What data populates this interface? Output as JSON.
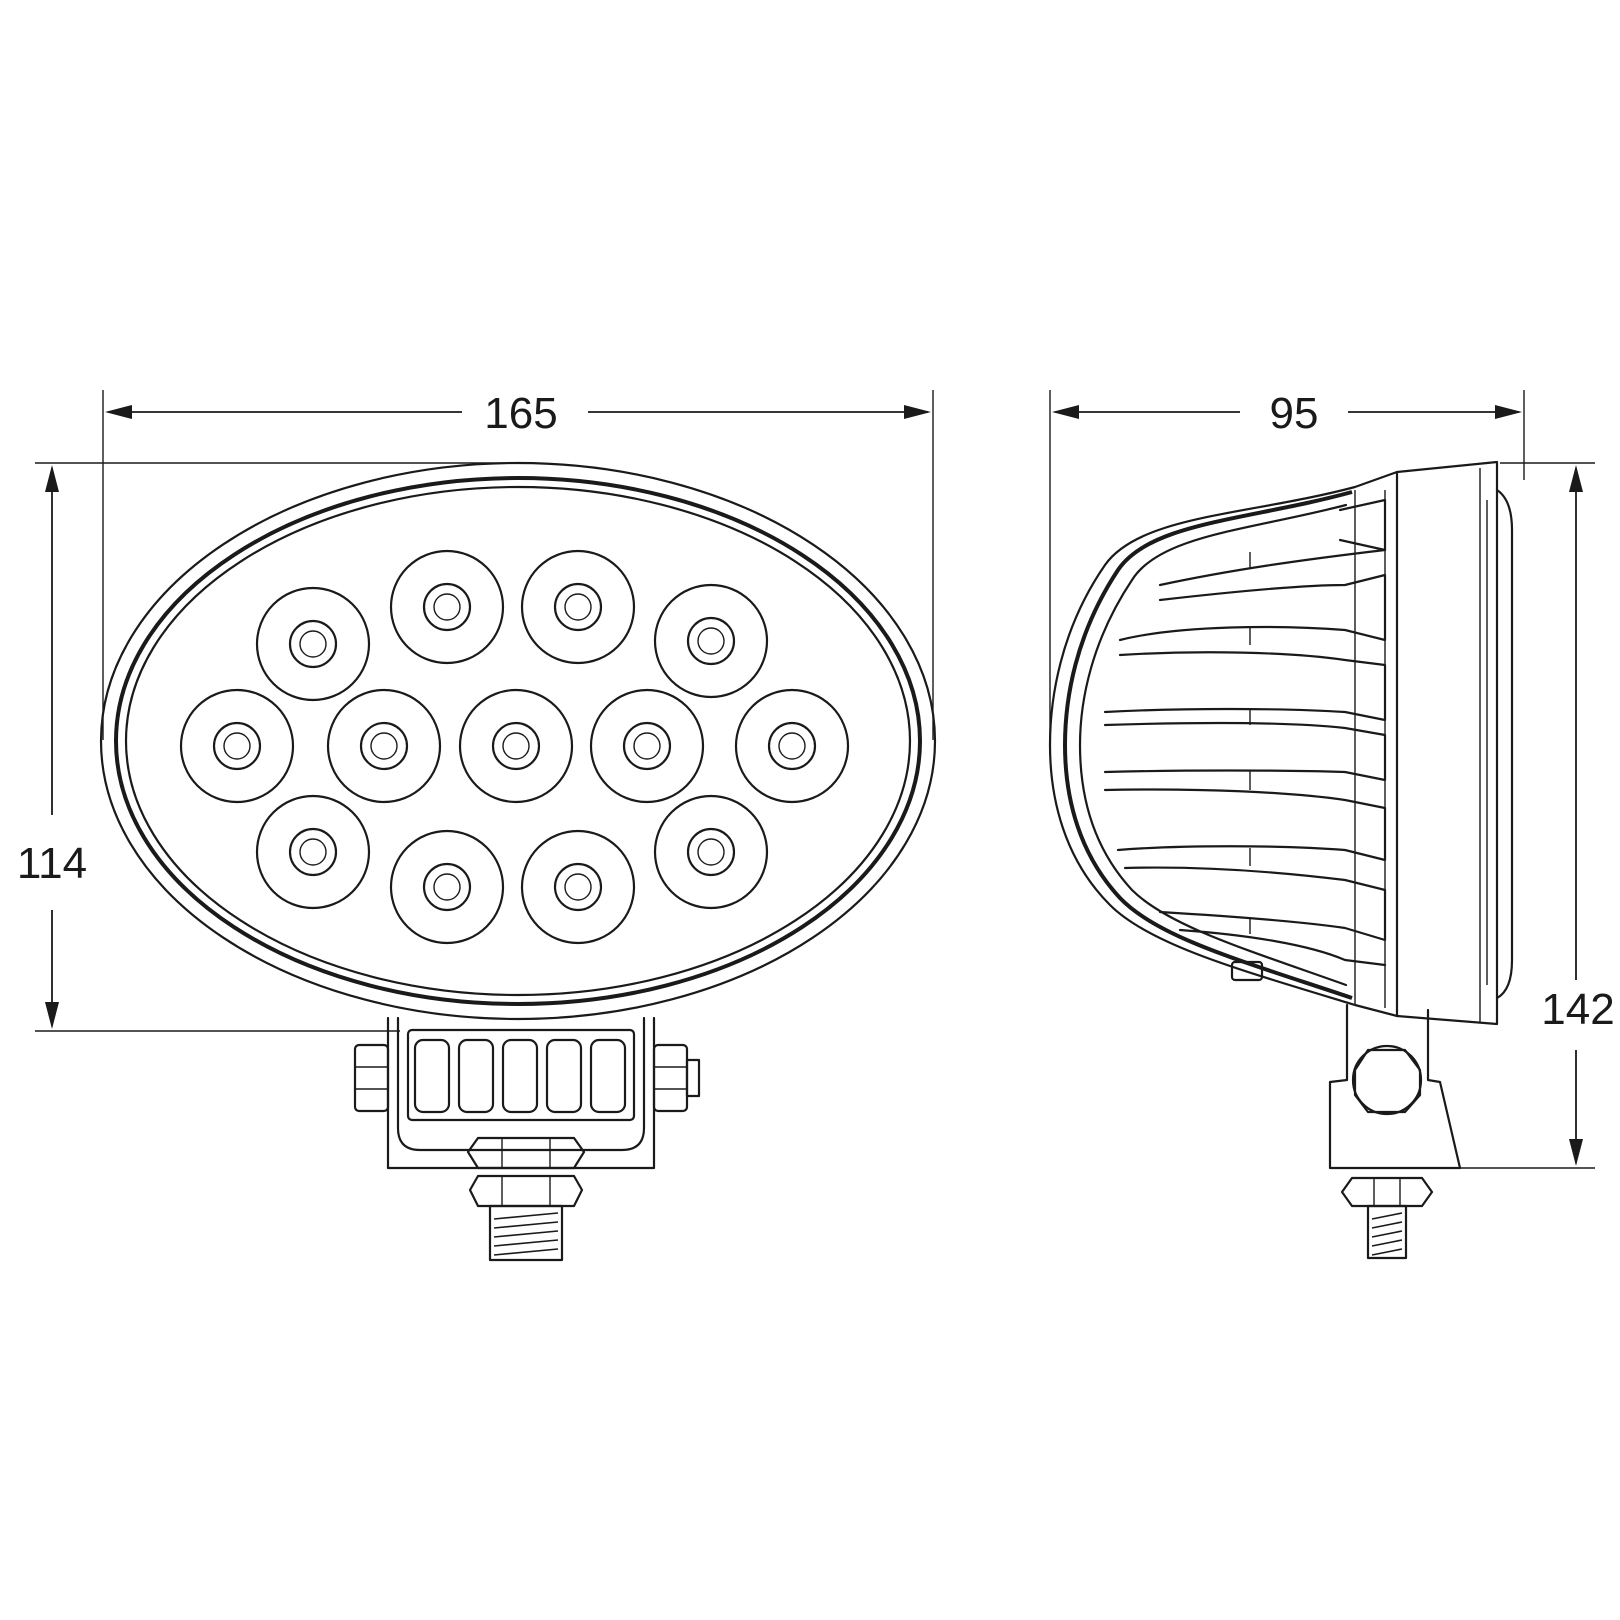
{
  "dimensions": {
    "front_width": "165",
    "front_height": "114",
    "side_depth": "95",
    "side_height": "142"
  },
  "style": {
    "line_color": "#1a1a1a",
    "background": "#ffffff"
  }
}
